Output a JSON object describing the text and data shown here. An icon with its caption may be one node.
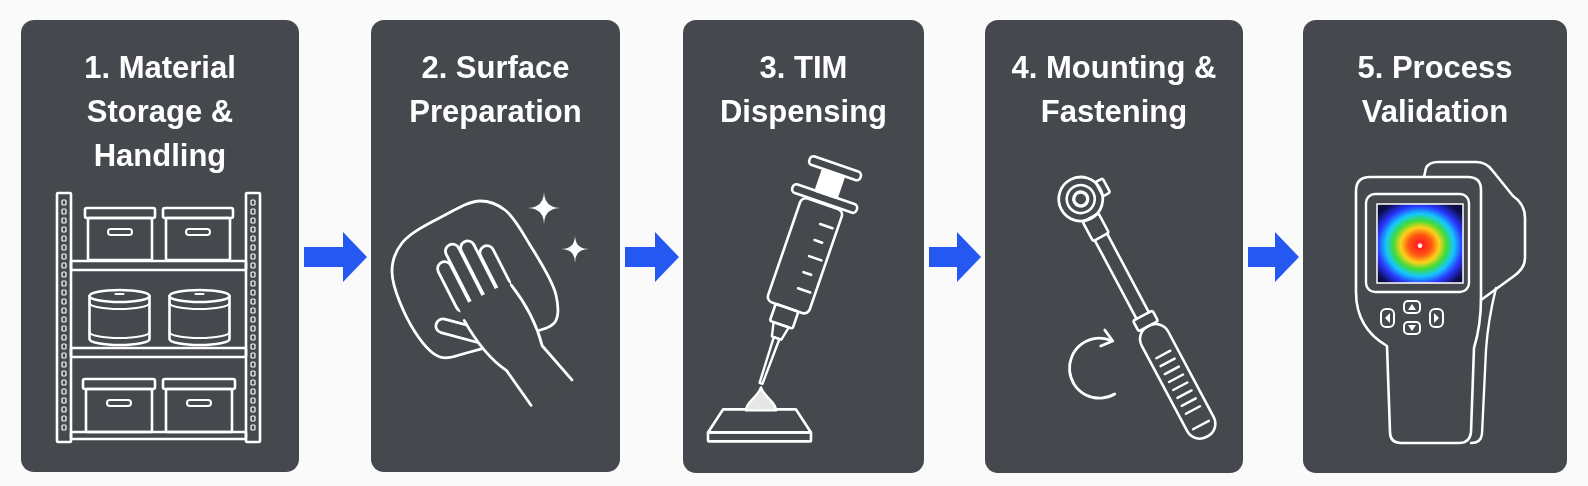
{
  "diagram": {
    "nodes": [
      {
        "text": [
          "1. Material Storage & Handling"
        ]
      },
      {
        "text": [
          "2. Surface Preparation"
        ]
      },
      {
        "text": [
          "3. TIM Dispensing"
        ]
      },
      {
        "text": [
          "4. Mounting & Fastening"
        ]
      },
      {
        "text": [
          "5. Process Validation"
        ]
      }
    ],
    "edges": [
      {
        "from": 0,
        "to": 1,
        "arrow": "to"
      },
      {
        "from": 1,
        "to": 2,
        "arrow": "to"
      },
      {
        "from": 2,
        "to": 3,
        "arrow": "to"
      },
      {
        "from": 3,
        "to": 4,
        "arrow": "to"
      }
    ]
  }
}
